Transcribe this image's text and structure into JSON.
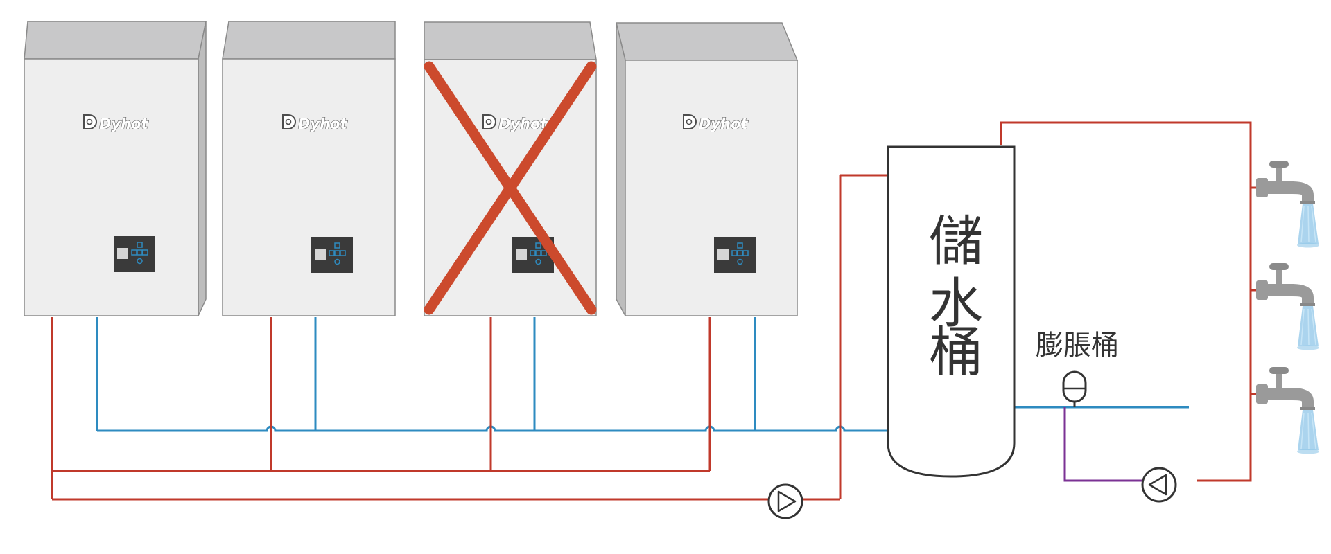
{
  "heaters": [
    {
      "brand": "Dyhot",
      "disabled": false
    },
    {
      "brand": "Dyhot",
      "disabled": false
    },
    {
      "brand": "Dyhot",
      "disabled": true
    },
    {
      "brand": "Dyhot",
      "disabled": false
    }
  ],
  "storage_tank": {
    "label_chars": [
      "儲",
      "水",
      "桶"
    ]
  },
  "expansion_tank": {
    "label": "膨脹桶"
  },
  "faucets": {
    "count": 3
  },
  "colors": {
    "hot_pipe": "#c0392b",
    "cold_pipe": "#2e8bc0",
    "return_pipe": "#7b3294",
    "disabled_mark": "#cc4a2d",
    "heater_body": "#eeeeee",
    "heater_top": "#c8c8c9",
    "control_icons": "#2e8bc0",
    "water": "#8fc6e8"
  }
}
